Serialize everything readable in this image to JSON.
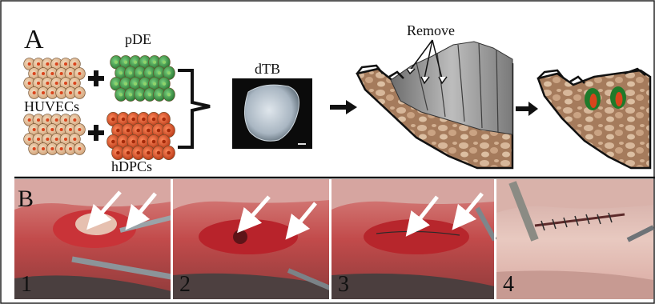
{
  "panelA": {
    "label": "A",
    "cells_hu_label": "HUVECs",
    "cells_pde_label": "pDE",
    "cells_hdpc_label": "hDPCs",
    "dtb_label": "dTB",
    "remove_label": "Remove"
  },
  "panelB": {
    "label": "B",
    "photos": [
      {
        "number": "1"
      },
      {
        "number": "2"
      },
      {
        "number": "3"
      },
      {
        "number": "4"
      }
    ]
  },
  "colors": {
    "pde_green": "#2e8b3a",
    "hdpc_red": "#d9441c",
    "huvec_tan": "#e6c39b",
    "bone": "#b98f6b",
    "tissue_red": "#b5252a"
  }
}
